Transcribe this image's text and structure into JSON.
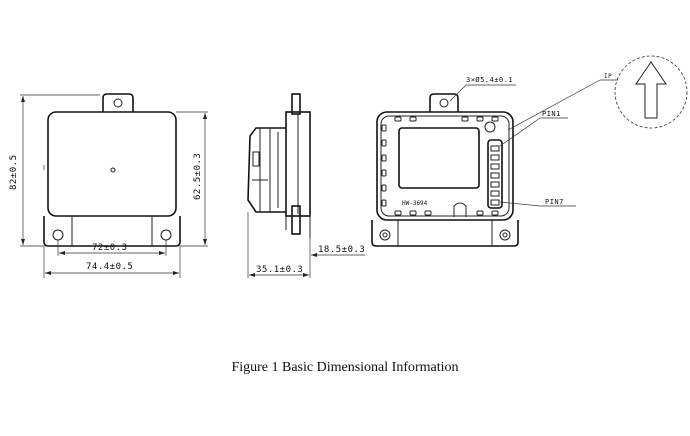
{
  "front_view": {
    "height_dim": "82±0.5",
    "width_holes_dim": "72±0.3",
    "width_total_dim": "74.4±0.5",
    "height_body_dim": "62.5±0.3"
  },
  "side_view": {
    "depth_body_dim": "18.5±0.3",
    "depth_total_dim": "35.1±0.3"
  },
  "rear_view": {
    "hole_dim": "3×Ø5.4±0.1",
    "pin_first": "PIN1",
    "pin_last": "PIN7",
    "label_plate": "HW-3694",
    "direction_marker": "IP"
  },
  "caption": "Figure 1 Basic Dimensional Information"
}
